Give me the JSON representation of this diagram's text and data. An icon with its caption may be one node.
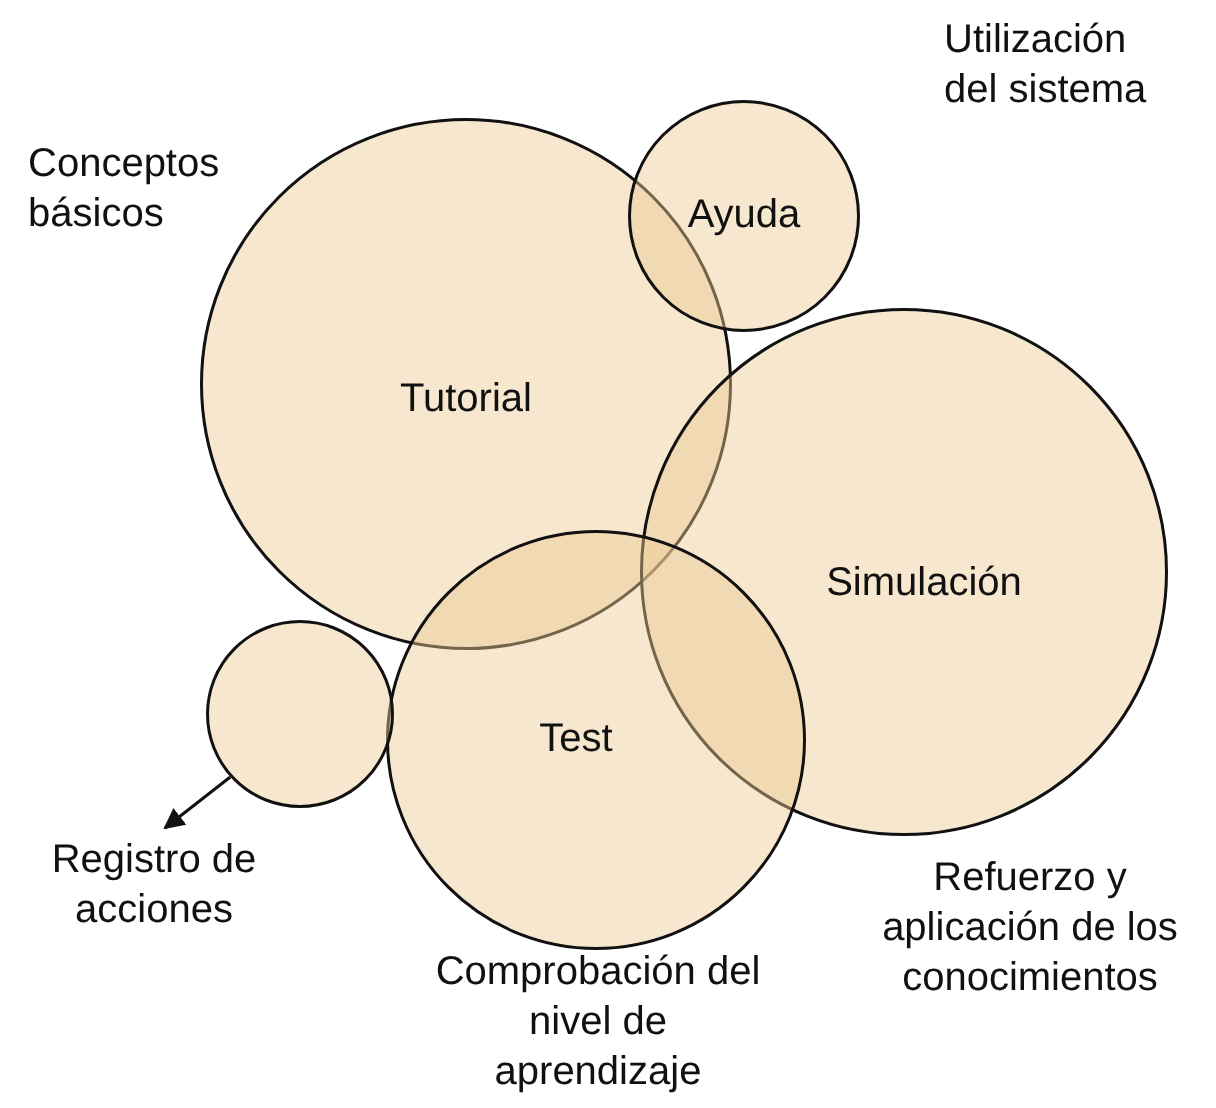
{
  "diagram": {
    "nodes": [
      {
        "text": [
          "Tutorial"
        ],
        "beside": [
          "Conceptos básicos"
        ]
      },
      {
        "text": [
          "Ayuda"
        ],
        "beside": [
          "Utilización del sistema"
        ]
      },
      {
        "text": [
          "Simulación"
        ],
        "beside": [
          "Refuerzo y aplicación de los conocimientos"
        ]
      },
      {
        "text": [
          "Test"
        ],
        "beside": [
          "Comprobación del nivel de aprendizaje"
        ]
      },
      {
        "text": [],
        "shape": "circle"
      },
      {
        "text": [
          "Registro de acciones"
        ]
      }
    ],
    "edges": [
      {
        "from": 4,
        "to": 5,
        "arrow": "to"
      }
    ]
  }
}
